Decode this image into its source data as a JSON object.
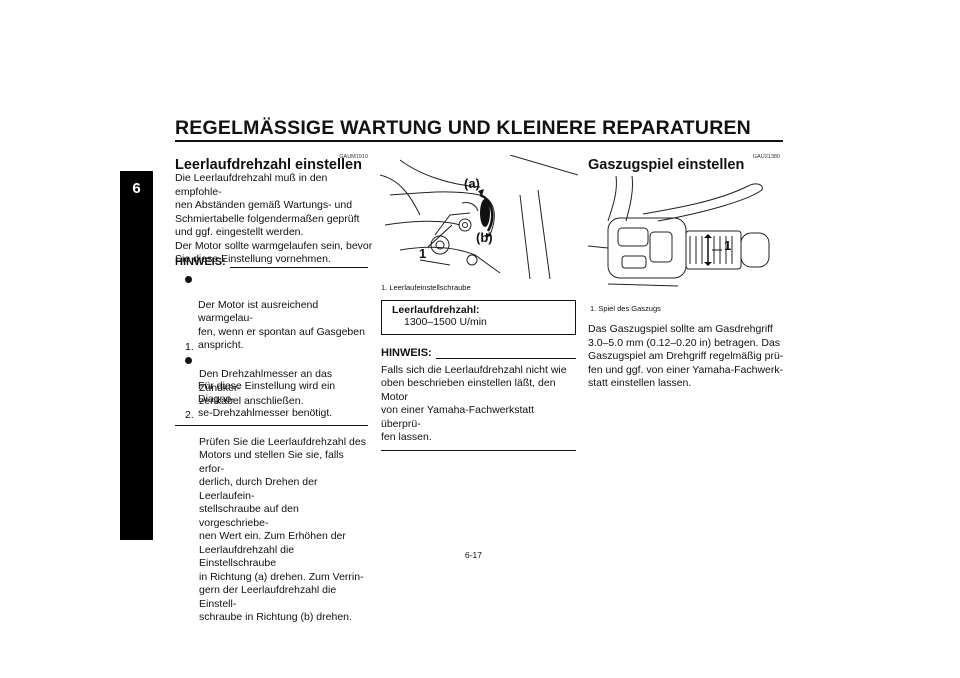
{
  "header": {
    "title": "REGELMÄSSIGE WARTUNG UND KLEINERE REPARATUREN"
  },
  "chapter_tab": {
    "number": "6"
  },
  "idle": {
    "code": "GAUM1910",
    "title": "Leerlaufdrehzahl einstellen",
    "intro": "Die Leerlaufdrehzahl muß in den empfohle-\nnen Abständen gemäß Wartungs- und\nSchmiertabelle folgendermaßen geprüft\nund ggf. eingestellt werden.\nDer Motor sollte warmgelaufen sein, bevor\nSie diese Einstellung vornehmen.",
    "note_label": "HINWEIS:",
    "bullets": [
      "Der Motor ist ausreichend warmgelau-\nfen, wenn er spontan auf Gasgeben\nanspricht.",
      "Für diese Einstellung wird ein Diagno-\nse-Drehzahlmesser benötigt."
    ],
    "steps": [
      {
        "num": "1.",
        "text": "Den Drehzahlmesser an das Zündker-\nzenkabel anschließen."
      },
      {
        "num": "2.",
        "text": "Prüfen Sie die Leerlaufdrehzahl des\nMotors und stellen Sie sie, falls erfor-\nderlich, durch Drehen der Leerlaufein-\nstellschraube auf den vorgeschriebe-\nnen Wert ein. Zum Erhöhen der\nLeerlaufdrehzahl die Einstellschraube\nin Richtung (a) drehen. Zum Verrin-\ngern der Leerlaufdrehzahl die Einstell-\nschraube in Richtung (b) drehen."
      }
    ]
  },
  "figure_idle": {
    "label_a": "(a)",
    "label_b": "(b)",
    "label_1": "1",
    "caption": "1.  Leerlaufeinstellschraube"
  },
  "spec": {
    "label": "Leerlaufdrehzahl:",
    "value": "1300–1500 U/min"
  },
  "note2": {
    "label": "HINWEIS:",
    "text": "Falls sich die Leerlaufdrehzahl nicht wie\noben beschrieben einstellen läßt, den Motor\nvon einer Yamaha-Fachwerkstatt überprü-\nfen lassen."
  },
  "throttle": {
    "code": "GAU21380",
    "title": "Gaszugspiel einstellen",
    "label_1": "1",
    "caption": "1.  Spiel des Gaszugs",
    "text": "Das Gaszugspiel sollte am Gasdrehgriff\n3.0–5.0 mm (0.12–0.20 in) betragen. Das\nGaszugspiel am Drehgriff regelmäßig prü-\nfen und ggf. von einer Yamaha-Fachwerk-\nstatt einstellen lassen."
  },
  "footer": {
    "page": "6-17"
  }
}
